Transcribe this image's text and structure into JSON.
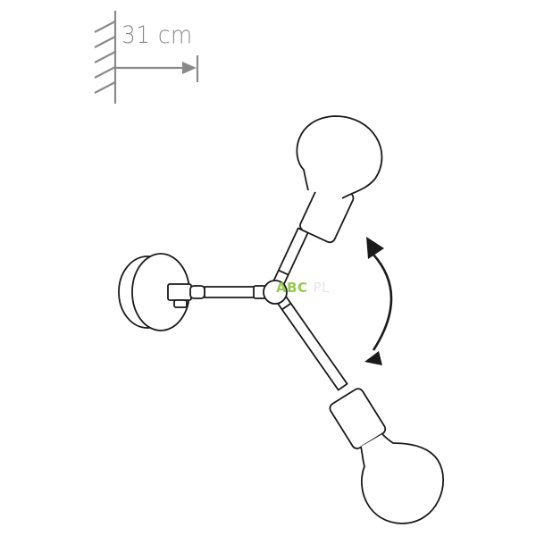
{
  "dimension": {
    "label": "31 cm",
    "value": 31,
    "unit": "cm"
  },
  "watermark": {
    "main": "ABC",
    "faint": "PL"
  },
  "colors": {
    "line": "#1a1a1a",
    "dimension_line": "#8a8a8a",
    "watermark": "#8cc63f",
    "background": "#ffffff"
  },
  "icons": {
    "wall_hatch": "wall-hatch-icon",
    "dimension_arrow": "arrow-right-icon",
    "rotation_arrow": "double-curved-arrow-icon",
    "lamp": "wall-lamp-two-bulb-icon"
  }
}
